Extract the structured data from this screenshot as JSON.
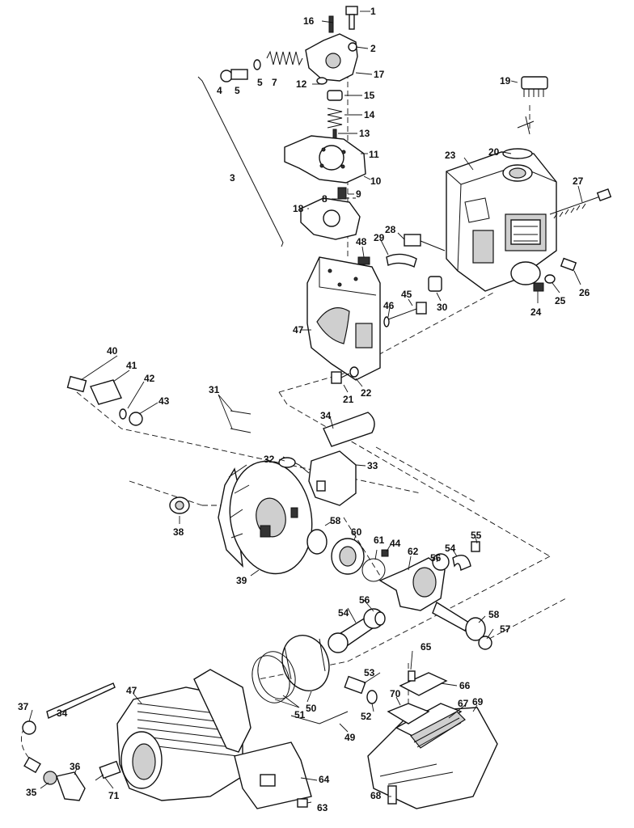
{
  "callouts": [
    {
      "id": "c1",
      "text": "1"
    },
    {
      "id": "c2",
      "text": "2"
    },
    {
      "id": "c3",
      "text": "3"
    },
    {
      "id": "c4",
      "text": "4"
    },
    {
      "id": "c5a",
      "text": "5"
    },
    {
      "id": "c5b",
      "text": "5"
    },
    {
      "id": "c7",
      "text": "7"
    },
    {
      "id": "c8",
      "text": "8"
    },
    {
      "id": "c9",
      "text": "9"
    },
    {
      "id": "c10",
      "text": "10"
    },
    {
      "id": "c11",
      "text": "11"
    },
    {
      "id": "c12",
      "text": "12"
    },
    {
      "id": "c13",
      "text": "13"
    },
    {
      "id": "c14",
      "text": "14"
    },
    {
      "id": "c15",
      "text": "15"
    },
    {
      "id": "c16",
      "text": "16"
    },
    {
      "id": "c17",
      "text": "17"
    },
    {
      "id": "c18",
      "text": "18"
    },
    {
      "id": "c19",
      "text": "19"
    },
    {
      "id": "c20",
      "text": "20"
    },
    {
      "id": "c21",
      "text": "21"
    },
    {
      "id": "c22",
      "text": "22"
    },
    {
      "id": "c23",
      "text": "23"
    },
    {
      "id": "c24",
      "text": "24"
    },
    {
      "id": "c25",
      "text": "25"
    },
    {
      "id": "c26",
      "text": "26"
    },
    {
      "id": "c27",
      "text": "27"
    },
    {
      "id": "c28",
      "text": "28"
    },
    {
      "id": "c29",
      "text": "29"
    },
    {
      "id": "c30",
      "text": "30"
    },
    {
      "id": "c31",
      "text": "31"
    },
    {
      "id": "c32",
      "text": "32"
    },
    {
      "id": "c33",
      "text": "33"
    },
    {
      "id": "c34a",
      "text": "34"
    },
    {
      "id": "c34b",
      "text": "34"
    },
    {
      "id": "c35",
      "text": "35"
    },
    {
      "id": "c36",
      "text": "36"
    },
    {
      "id": "c37",
      "text": "37"
    },
    {
      "id": "c38",
      "text": "38"
    },
    {
      "id": "c39",
      "text": "39"
    },
    {
      "id": "c40",
      "text": "40"
    },
    {
      "id": "c41",
      "text": "41"
    },
    {
      "id": "c42",
      "text": "42"
    },
    {
      "id": "c43",
      "text": "43"
    },
    {
      "id": "c44",
      "text": "44"
    },
    {
      "id": "c45",
      "text": "45"
    },
    {
      "id": "c46",
      "text": "46"
    },
    {
      "id": "c47a",
      "text": "47"
    },
    {
      "id": "c47b",
      "text": "47"
    },
    {
      "id": "c48",
      "text": "48"
    },
    {
      "id": "c49",
      "text": "49"
    },
    {
      "id": "c50",
      "text": "50"
    },
    {
      "id": "c51",
      "text": "51"
    },
    {
      "id": "c52",
      "text": "52"
    },
    {
      "id": "c53",
      "text": "53"
    },
    {
      "id": "c54a",
      "text": "54"
    },
    {
      "id": "c54b",
      "text": "54"
    },
    {
      "id": "c55",
      "text": "55"
    },
    {
      "id": "c56a",
      "text": "56"
    },
    {
      "id": "c56b",
      "text": "56"
    },
    {
      "id": "c57",
      "text": "57"
    },
    {
      "id": "c58a",
      "text": "58"
    },
    {
      "id": "c58b",
      "text": "58"
    },
    {
      "id": "c60",
      "text": "60"
    },
    {
      "id": "c61",
      "text": "61"
    },
    {
      "id": "c62",
      "text": "62"
    },
    {
      "id": "c63",
      "text": "63"
    },
    {
      "id": "c64",
      "text": "64"
    },
    {
      "id": "c65",
      "text": "65"
    },
    {
      "id": "c66",
      "text": "66"
    },
    {
      "id": "c67",
      "text": "67"
    },
    {
      "id": "c68",
      "text": "68"
    },
    {
      "id": "c69",
      "text": "69"
    },
    {
      "id": "c70",
      "text": "70"
    },
    {
      "id": "c71",
      "text": "71"
    }
  ]
}
